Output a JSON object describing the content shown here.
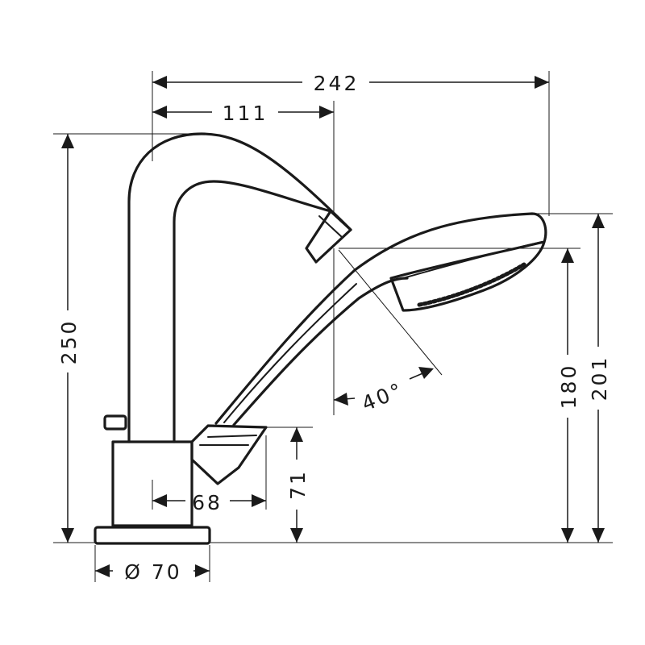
{
  "dimensions": {
    "overall_width": "242",
    "spout_reach": "111",
    "total_height": "250",
    "handshower_height_outer": "201",
    "handshower_height_inner": "180",
    "angle": "40°",
    "lever_height": "71",
    "lever_reach": "68",
    "base_diameter": "Ø 70"
  }
}
